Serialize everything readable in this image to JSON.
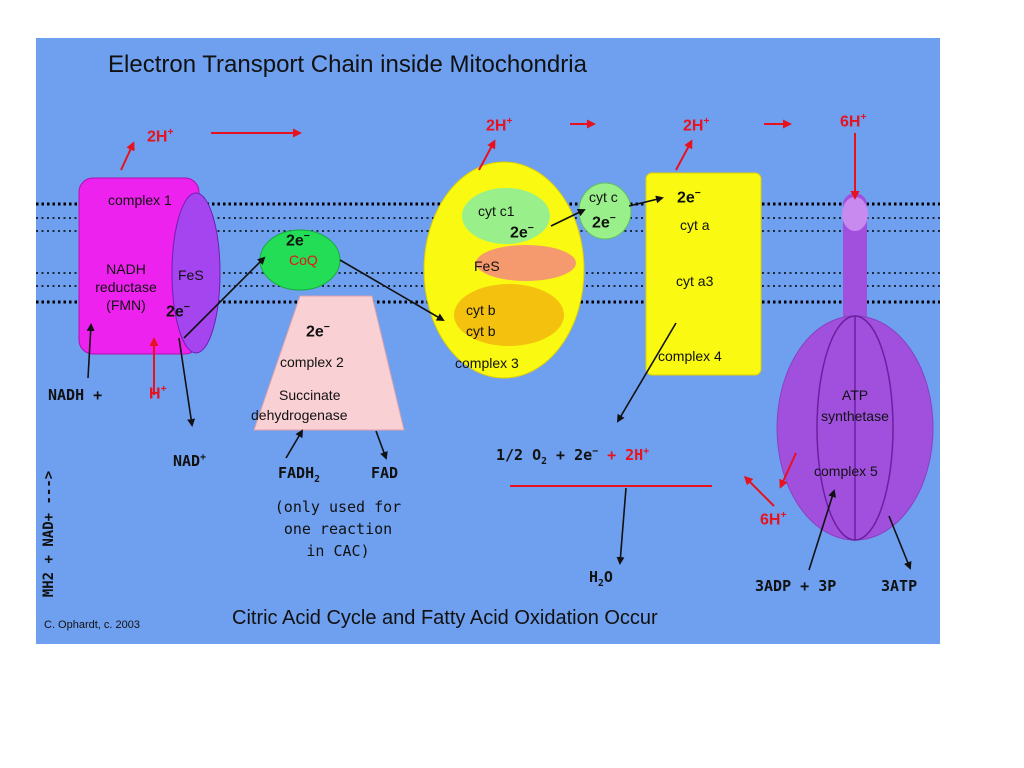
{
  "title": "Electron Transport Chain inside Mitochondria",
  "footer": "Citric Acid Cycle and Fatty Acid Oxidation Occur",
  "credit": "C. Ophardt, c. 2003",
  "complex1": {
    "name": "complex 1",
    "line1": "NADH",
    "line2": "reductase",
    "line3": "(FMN)",
    "fes": "FeS",
    "e": "2e"
  },
  "coq": {
    "e": "2e",
    "name": "CoQ"
  },
  "complex2": {
    "e": "2e",
    "name": "complex 2",
    "enzyme1": "Succinate",
    "enzyme2": "dehydrogenase"
  },
  "complex3": {
    "cyt_c1": "cyt c1",
    "e": "2e",
    "fes": "FeS",
    "cyt_b1": "cyt b",
    "cyt_b2": "cyt b",
    "name": "complex 3"
  },
  "cytc": {
    "name": "cyt c",
    "e": "2e"
  },
  "complex4": {
    "e": "2e",
    "cyt_a": "cyt a",
    "cyt_a3": "cyt a3",
    "name": "complex 4"
  },
  "complex5": {
    "line1": "ATP",
    "line2": "synthetase",
    "name": "complex 5"
  },
  "protons": {
    "h2": "2H",
    "h6": "6H",
    "h1": "H",
    "sup": "+"
  },
  "substrates": {
    "nadh": "NADH +",
    "nad": "NAD",
    "nad_sup": "+",
    "mh2_nad": "MH2 + NAD+ --->",
    "fadh2": "FADH",
    "fadh2_sub": "2",
    "fad": "FAD",
    "note1": "(only used for",
    "note2": "one reaction",
    "note3": "in CAC)",
    "oxygen_a": "1/2 O",
    "oxygen_sub": "2",
    "oxygen_b": " + 2e",
    "oxygen_c": " + 2H",
    "water_a": "H",
    "water_sub": "2",
    "water_b": "O",
    "adp": "3ADP + 3P",
    "atp": "3ATP"
  },
  "electron_sup": "−",
  "colors": {
    "background": "#6fa0ef",
    "complex1": "#ee22ee",
    "coq": "#22dd55",
    "complex2": "#f9d0d4",
    "complex3": "#f9f912",
    "complex4": "#f9f912",
    "complex5": "#a050dd",
    "arrow_red": "#e8121e"
  }
}
